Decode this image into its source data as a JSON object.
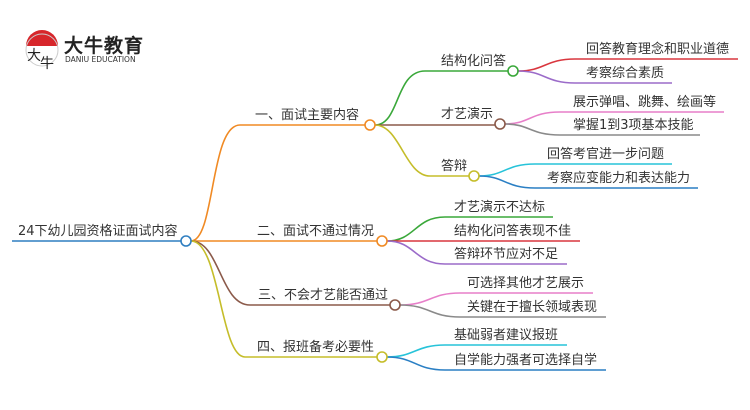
{
  "logo": {
    "name_cn": "大牛教育",
    "name_en": "DANIU EDUCATION",
    "mark_text": "大牛"
  },
  "root": {
    "label": "24下幼儿园资格证面试内容"
  },
  "branches": [
    {
      "label": "一、面试主要内容",
      "children": [
        {
          "label": "结构化问答",
          "children": [
            "回答教育理念和职业道德",
            "考察综合素质"
          ]
        },
        {
          "label": "才艺演示",
          "children": [
            "展示弹唱、跳舞、绘画等",
            "掌握1到3项基本技能"
          ]
        },
        {
          "label": "答辩",
          "children": [
            "回答考官进一步问题",
            "考察应变能力和表达能力"
          ]
        }
      ]
    },
    {
      "label": "二、面试不通过情况",
      "children": [
        "才艺演示不达标",
        "结构化问答表现不佳",
        "答辩环节应对不足"
      ]
    },
    {
      "label": "三、不会才艺能否通过",
      "children": [
        "可选择其他才艺展示",
        "关键在于擅长领域表现"
      ]
    },
    {
      "label": "四、报班备考必要性",
      "children": [
        "基础弱者建议报班",
        "自学能力强者可选择自学"
      ]
    }
  ],
  "colors": {
    "root": "#2f7fc1",
    "orange": "#f08a24",
    "brown": "#8b5a4a",
    "olive": "#c5bd2a",
    "green": "#3aa83a",
    "red": "#d9363e",
    "purple": "#9b6bc9",
    "pink": "#e77fc9",
    "gray": "#8a8a8a",
    "cyan": "#27c3d9",
    "blue": "#2a7fc4"
  }
}
